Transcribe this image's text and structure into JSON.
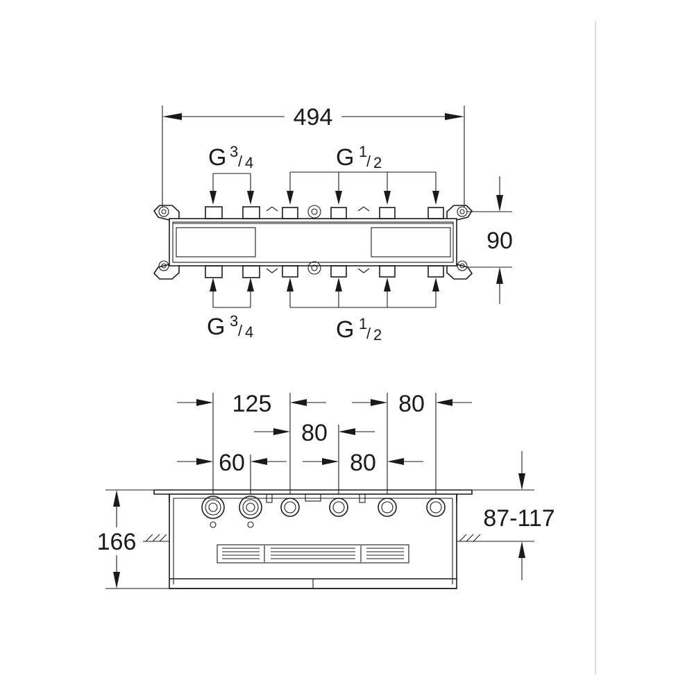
{
  "top_view": {
    "width_label": "494",
    "height_label": "90",
    "inlet_top_left": {
      "g": "G",
      "num": "3",
      "den": "4"
    },
    "inlet_top_right": {
      "g": "G",
      "num": "1",
      "den": "2"
    },
    "inlet_bottom_left": {
      "g": "G",
      "num": "3",
      "den": "4"
    },
    "inlet_bottom_right": {
      "g": "G",
      "num": "1",
      "den": "2"
    }
  },
  "side_view": {
    "spacing_125": "125",
    "spacing_80_top_right": "80",
    "spacing_80_middle": "80",
    "spacing_60": "60",
    "spacing_80_lower": "80",
    "height_label": "166",
    "depth_label": "87-117"
  }
}
